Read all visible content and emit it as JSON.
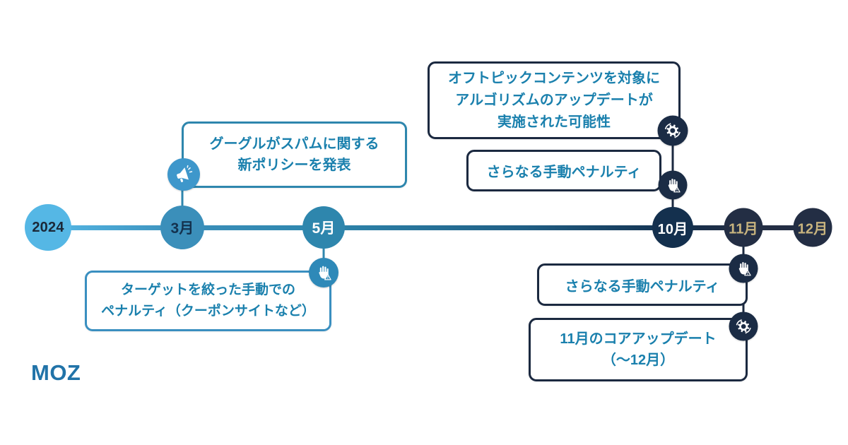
{
  "brand": {
    "logo": "MOZ"
  },
  "colors": {
    "node_light_blue": "#55b7e5",
    "node_mid_blue": "#3b8fba",
    "node_teal_blue": "#2e86ad",
    "node_navy": "#14304e",
    "node_slate": "#232e44",
    "month_gold": "#c8b47e",
    "callout_text_blue": "#1a80ad",
    "icon_badge_blue": "#3e97cb",
    "icon_badge_navy": "#1b2c45",
    "connector_blue": "#2e86ad",
    "connector_dark": "#1b2940"
  },
  "timeline": {
    "nodes": [
      {
        "label": "2024"
      },
      {
        "label": "3月"
      },
      {
        "label": "5月"
      },
      {
        "label": "10月"
      },
      {
        "label": "11月"
      },
      {
        "label": "12月"
      }
    ]
  },
  "callouts": [
    {
      "id": "march-policy",
      "icon": "megaphone-icon",
      "text_lines": [
        "グーグルがスパムに関する",
        "新ポリシーを発表"
      ]
    },
    {
      "id": "october-algorithm",
      "icon": "gear-icon",
      "text_lines": [
        "オフトピックコンテンツを対象に",
        "アルゴリズムのアップデートが",
        "実施された可能性"
      ]
    },
    {
      "id": "october-manual",
      "icon": "hand-stop-icon",
      "text_lines": [
        "さらなる手動ペナルティ"
      ]
    },
    {
      "id": "may-manual",
      "icon": "hand-stop-icon",
      "text_lines": [
        "ターゲットを絞った手動での",
        "ペナルティ（クーポンサイトなど）"
      ]
    },
    {
      "id": "november-manual",
      "icon": "hand-stop-icon",
      "text_lines": [
        "さらなる手動ペナルティ"
      ]
    },
    {
      "id": "november-core",
      "icon": "gear-icon",
      "text_lines": [
        "11月のコアアップデート",
        "（～12月）"
      ]
    }
  ]
}
